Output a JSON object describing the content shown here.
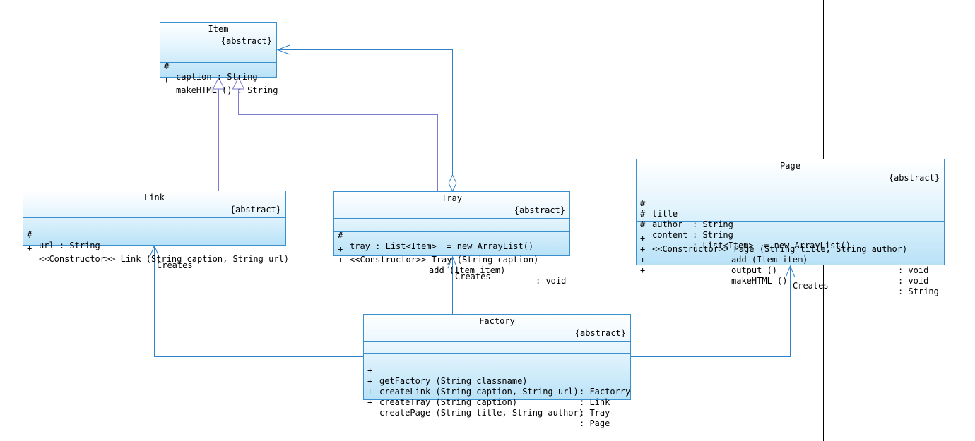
{
  "classes": {
    "item": {
      "name": "Item",
      "stereotype": "{abstract}",
      "attributes": [
        {
          "vis": "#",
          "text": "caption : String"
        }
      ],
      "operations": [
        {
          "vis": "+",
          "text": "makeHTML () : String"
        }
      ]
    },
    "link": {
      "name": "Link",
      "stereotype": "{abstract}",
      "attributes": [
        {
          "vis": "#",
          "text": "url : String"
        }
      ],
      "operations": [
        {
          "vis": "+",
          "text": "<<Constructor>> Link (String caption, String url)"
        }
      ]
    },
    "tray": {
      "name": "Tray",
      "stereotype": "{abstract}",
      "attributes": [
        {
          "vis": "#",
          "text": "tray : List<Item>  = new ArrayList()"
        }
      ],
      "operations": [
        {
          "vis": "+",
          "text": "<<Constructor>> Tray (String caption)",
          "ret": ""
        },
        {
          "vis": "+",
          "text": "add (Item item)",
          "ret": ": void"
        }
      ]
    },
    "page": {
      "name": "Page",
      "stereotype": "{abstract}",
      "attributes": [
        {
          "vis": "#",
          "name": "title",
          "type": ": String"
        },
        {
          "vis": "#",
          "name": "author",
          "type": ": String"
        },
        {
          "vis": "#",
          "name": "content",
          "type": ": List<Item>  = new ArrayList()"
        }
      ],
      "operations": [
        {
          "vis": "+",
          "text": "<<Constructor>> Page (String title, String author)",
          "ret": ""
        },
        {
          "vis": "+",
          "text": "add (Item item)",
          "ret": ": void"
        },
        {
          "vis": "+",
          "text": "output ()",
          "ret": ": void"
        },
        {
          "vis": "+",
          "text": "makeHTML ()",
          "ret": ": String"
        }
      ]
    },
    "factory": {
      "name": "Factory",
      "stereotype": "{abstract}",
      "attributes": [],
      "operations": [
        {
          "vis": "+",
          "text": "getFactory (String classname)",
          "ret": ": Factorry"
        },
        {
          "vis": "+",
          "text": "createLink (String caption, String url)",
          "ret": ": Link"
        },
        {
          "vis": "+",
          "text": "createTray (String caption)",
          "ret": ": Tray"
        },
        {
          "vis": "+",
          "text": "createPage (String title, String author)",
          "ret": ": Page"
        }
      ]
    }
  },
  "relations": {
    "creates_link": "Creates",
    "creates_tray": "Creates",
    "creates_page": "Creates"
  },
  "colors": {
    "class_border": "#3a8fcf",
    "class_fill_top": "#ffffff",
    "class_fill_bottom": "#b9e2f7",
    "generalization": "#7b7bd6",
    "dependency": "#2f80c9",
    "swimlane": "#000000"
  }
}
